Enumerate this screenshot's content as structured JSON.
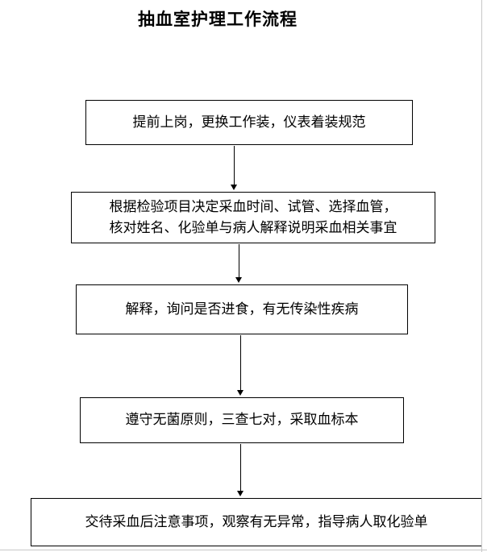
{
  "title": "抽血室护理工作流程",
  "steps": [
    {
      "text": "提前上岗，更换工作装，仪表着装规范"
    },
    {
      "text": "根据检验项目决定采血时间、试管、选择血管，\n核对姓名、化验单与病人解释说明采血相关事宜"
    },
    {
      "text": "解释，询问是否进食，有无传染性疾病"
    },
    {
      "text": "遵守无菌原则，三查七对，采取血标本"
    },
    {
      "text": "交待采血后注意事项，观察有无异常，指导病人取化验单"
    }
  ]
}
